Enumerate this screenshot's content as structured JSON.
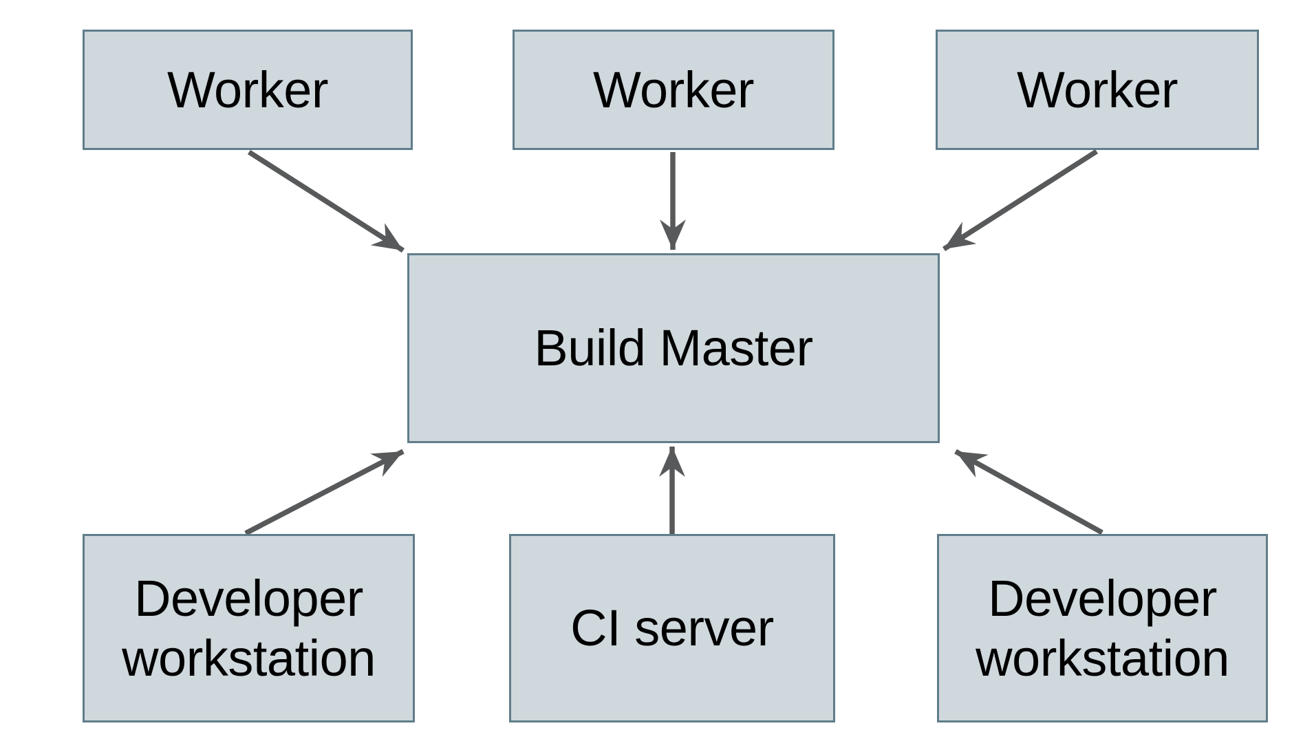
{
  "diagram": {
    "type": "architecture-diagram",
    "colors": {
      "background": "#ffffff",
      "node_fill": "#cfd8dc",
      "node_border": "#607d8b",
      "arrow_color": "#58595a",
      "text_color": "#000000"
    },
    "nodes": [
      {
        "id": "worker-1",
        "label": "Worker",
        "row": "top"
      },
      {
        "id": "worker-2",
        "label": "Worker",
        "row": "top"
      },
      {
        "id": "worker-3",
        "label": "Worker",
        "row": "top"
      },
      {
        "id": "build-master",
        "label": "Build Master",
        "row": "middle"
      },
      {
        "id": "developer-workstation-left",
        "label": "Developer workstation",
        "row": "bottom"
      },
      {
        "id": "ci-server",
        "label": "CI server",
        "row": "bottom"
      },
      {
        "id": "developer-workstation-right",
        "label": "Developer workstation",
        "row": "bottom"
      }
    ],
    "edges": [
      {
        "from": "worker-1",
        "to": "build-master",
        "direction": "down-right"
      },
      {
        "from": "worker-2",
        "to": "build-master",
        "direction": "down"
      },
      {
        "from": "worker-3",
        "to": "build-master",
        "direction": "down-left"
      },
      {
        "from": "developer-workstation-left",
        "to": "build-master",
        "direction": "up-right"
      },
      {
        "from": "ci-server",
        "to": "build-master",
        "direction": "up"
      },
      {
        "from": "developer-workstation-right",
        "to": "build-master",
        "direction": "up-left"
      }
    ]
  }
}
